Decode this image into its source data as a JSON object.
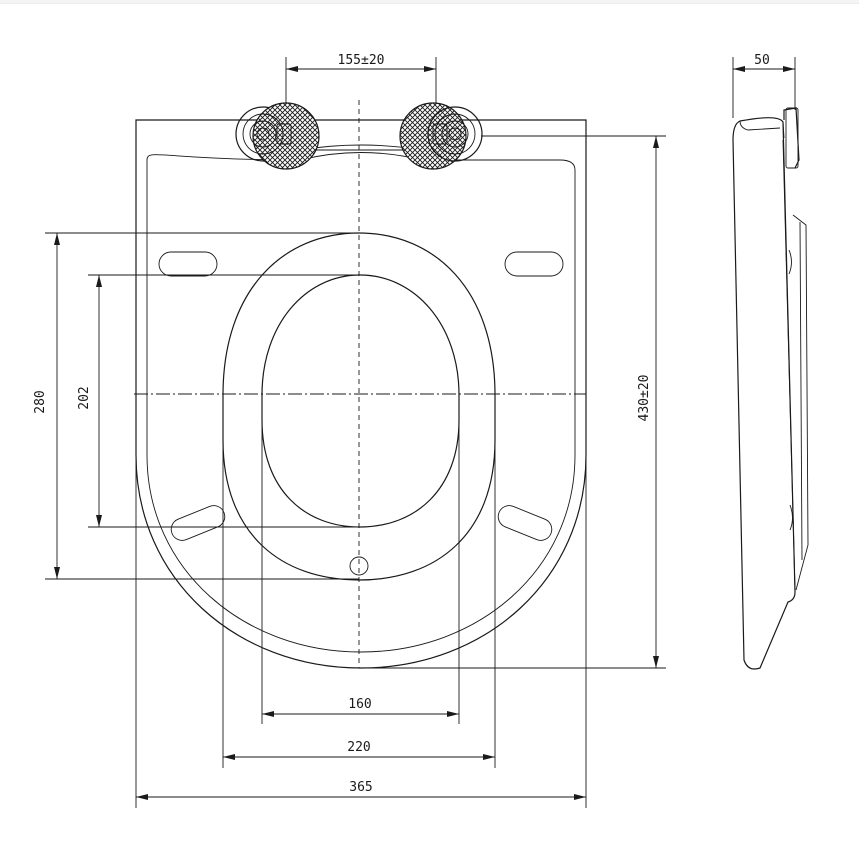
{
  "drawing": {
    "dim_hinge_spacing": "155±20",
    "dim_seat_depth": "50",
    "dim_total_length": "430±20",
    "dim_outer_ring_length": "280",
    "dim_inner_opening_length": "202",
    "dim_inner_opening_width": "160",
    "dim_outer_ring_width": "220",
    "dim_total_width": "365"
  }
}
